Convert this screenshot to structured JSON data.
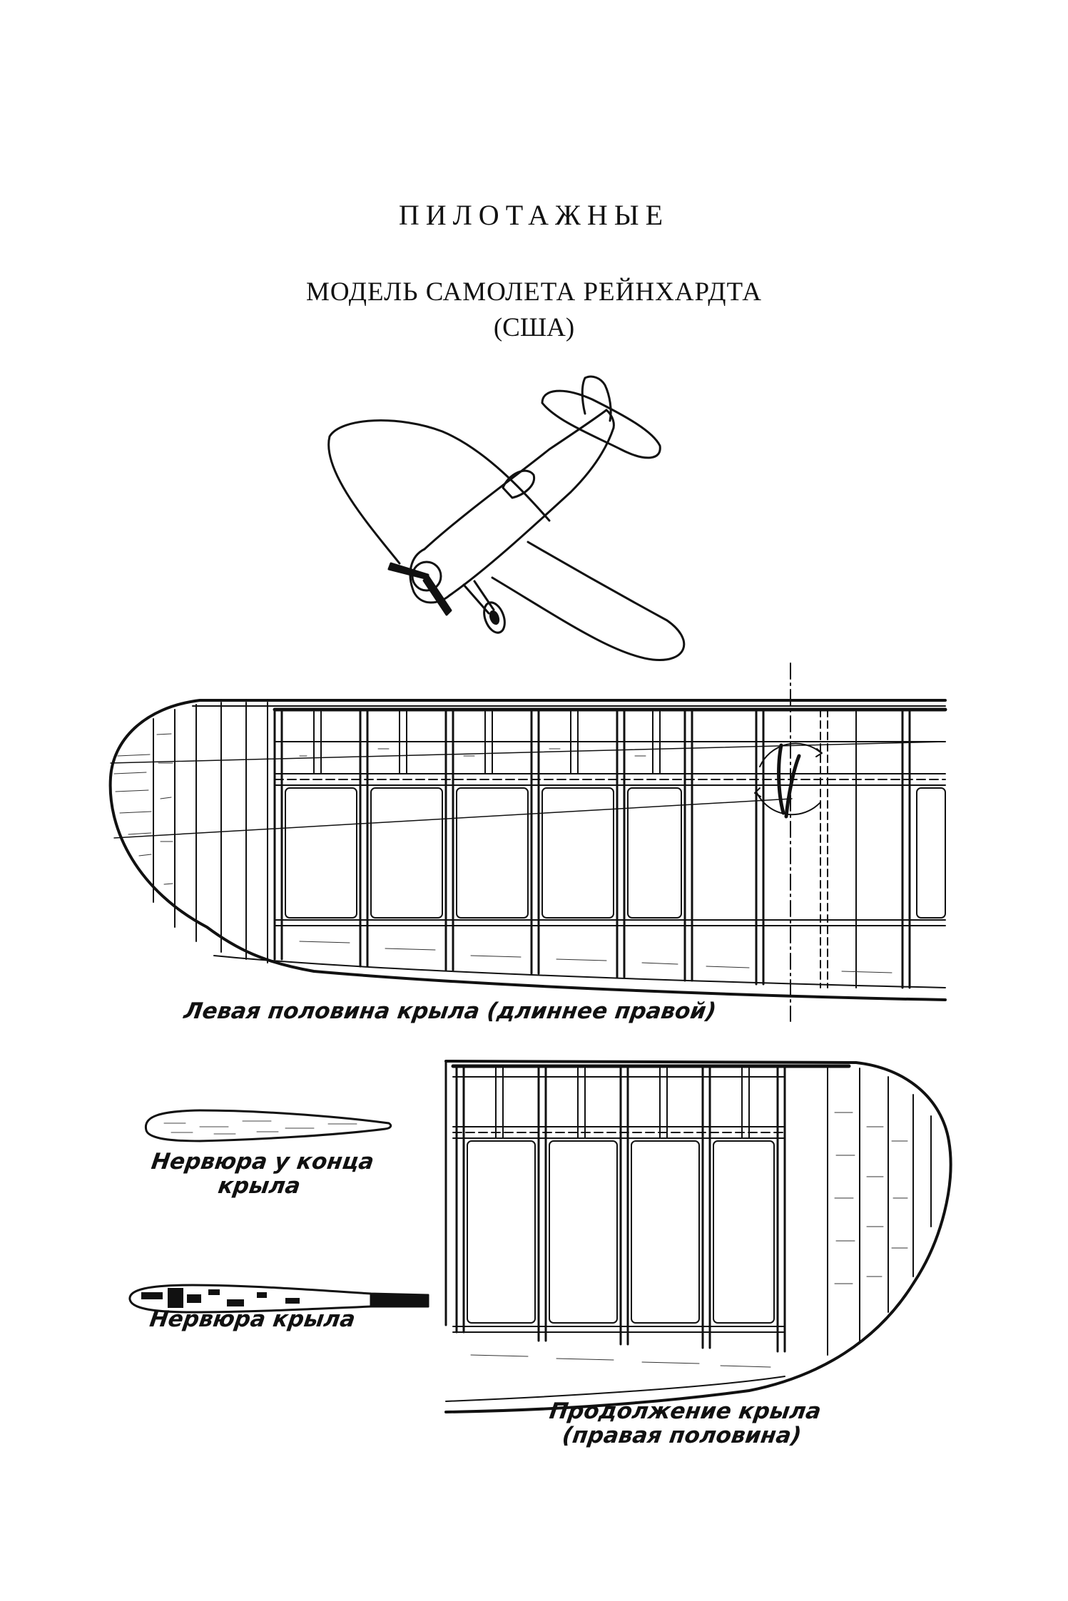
{
  "header": {
    "section_title": "ПИЛОТАЖНЫЕ",
    "model_title": "МОДЕЛЬ САМОЛЕТА РЕЙНХАРДТА",
    "model_country": "(США)"
  },
  "captions": {
    "left_wing": "Левая половина крыла (длиннее правой)",
    "tip_rib_line1": "Нервюра у конца",
    "tip_rib_line2": "крыла",
    "wing_rib": "Нервюра крыла",
    "right_wing_line1": "Продолжение крыла",
    "right_wing_line2": "(правая половина)"
  }
}
